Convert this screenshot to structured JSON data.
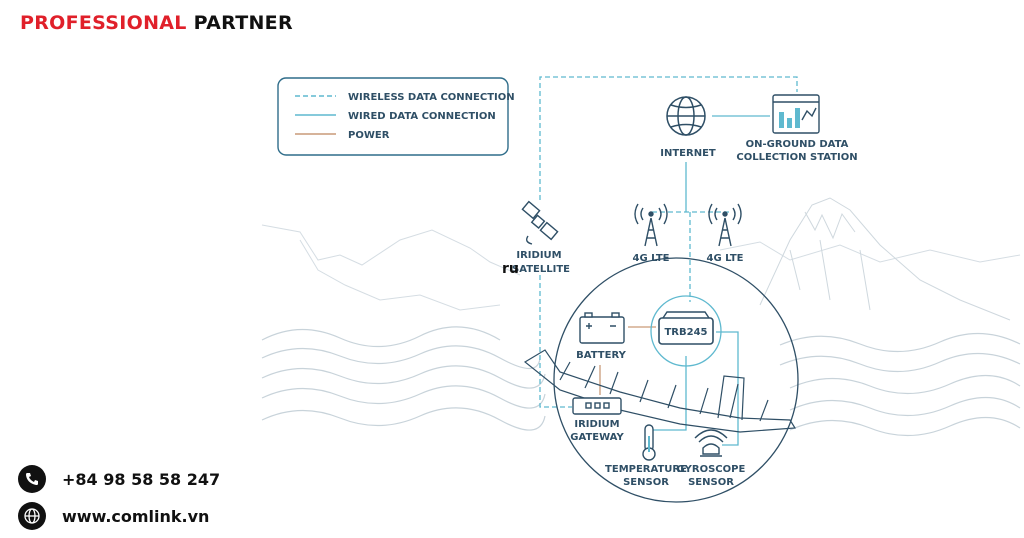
{
  "brand": {
    "accent": "PROFESSIONAL",
    "rest": "PARTNER"
  },
  "legend": {
    "wireless": "WIRELESS DATA CONNECTION",
    "wired": "WIRED DATA CONNECTION",
    "power": "POWER"
  },
  "nodes": {
    "internet": "INTERNET",
    "station_line1": "ON-GROUND DATA",
    "station_line2": "COLLECTION STATION",
    "iridium_sat_line1": "IRIDIUM",
    "iridium_sat_line2": "SATELLITE",
    "lte_left": "4G LTE",
    "lte_right": "4G LTE",
    "router": "TRB245",
    "battery": "BATTERY",
    "gateway_line1": "IRIDIUM",
    "gateway_line2": "GATEWAY",
    "temp_line1": "TEMPERATURE",
    "temp_line2": "SENSOR",
    "gyro_line1": "GYROSCOPE",
    "gyro_line2": "SENSOR",
    "stray_mark": "ru"
  },
  "contact": {
    "phone": "+84 98 58 58 247",
    "website": "www.comlink.vn"
  },
  "colors": {
    "brand_red": "#e0202a",
    "wireless": "#5fb9cf",
    "wired": "#5fb9cf",
    "power": "#c99a78",
    "label": "#2f4f66",
    "icon": "#2f4f66"
  },
  "icons": [
    "globe-icon",
    "dashboard-icon",
    "satellite-icon",
    "cell-tower-icon",
    "battery-icon",
    "router-icon",
    "thermometer-icon",
    "gyroscope-icon",
    "phone-icon",
    "globe-icon"
  ]
}
